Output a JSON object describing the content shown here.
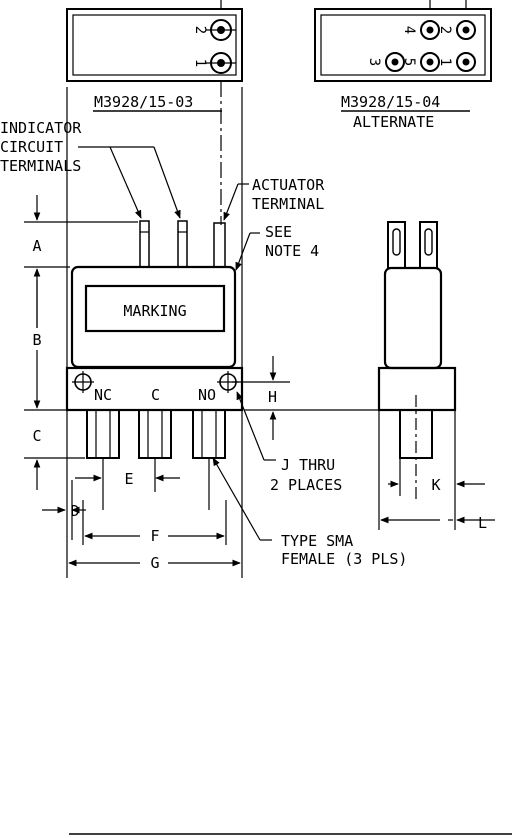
{
  "colors": {
    "ink": "#000000",
    "paper": "#ffffff"
  },
  "views": {
    "m03": {
      "part": "M3928/15-03",
      "pins": [
        "2",
        "1"
      ]
    },
    "m04": {
      "part": "M3928/15-04",
      "subtitle": "ALTERNATE",
      "pins": [
        "4",
        "2",
        "3",
        "5",
        "1"
      ]
    }
  },
  "callouts": {
    "indicator": [
      "INDICATOR",
      "CIRCUIT",
      "TERMINALS"
    ],
    "actuator": [
      "ACTUATOR",
      "TERMINAL"
    ],
    "note": [
      "SEE",
      "NOTE 4"
    ],
    "j_thru": [
      "J THRU",
      "2 PLACES"
    ],
    "sma": [
      "TYPE SMA",
      "FEMALE (3 PLS)"
    ]
  },
  "body": {
    "marking": "MARKING",
    "ports": [
      "NC",
      "C",
      "NO"
    ]
  },
  "dimensions": {
    "A": "A",
    "B": "B",
    "C": "C",
    "D": "D",
    "E": "E",
    "F": "F",
    "G": "G",
    "H": "H",
    "K": "K",
    "L": "L"
  }
}
